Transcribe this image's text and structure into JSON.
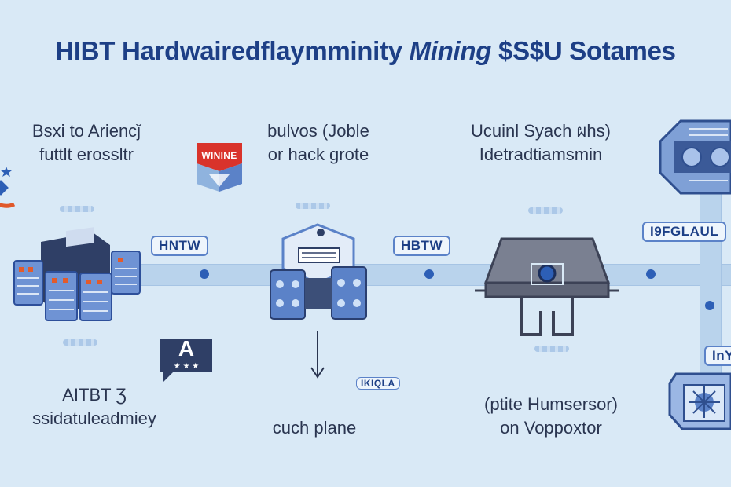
{
  "title": {
    "main": "HIBT Hardwairedflaymminity",
    "italic": "Mining",
    "tail": "$S$U Sotames"
  },
  "captions": {
    "top_left_1": "Bsxi to Ariencǰ",
    "top_left_2": "futtlt erossltr",
    "top_center_1": "bulvos (Joble",
    "top_center_2": "or hack grote",
    "top_right_1": "Ucuinl Syach ผhs)",
    "top_right_2": "Idetradtiamsmin",
    "bottom_left_1": "AITBT Ʒ",
    "bottom_left_2": "ssidatuleadmiey",
    "bottom_center": "cuch plane",
    "bottom_right_1": "(ptite Humsersor)",
    "bottom_right_2": "on Voppoxtor"
  },
  "tags": {
    "tag1": "HNTW",
    "tag2": "HBTW",
    "tag3": "I9FGLAUL",
    "tag4": "IKIQLA",
    "tag5": "InY"
  },
  "badges": {
    "winine": "WININE",
    "a_letter": "A",
    "stars": "★ ★ ★"
  },
  "colors": {
    "accent": "#1d3f86",
    "track": "#b9d3ec",
    "badge_red": "#d9332b"
  }
}
